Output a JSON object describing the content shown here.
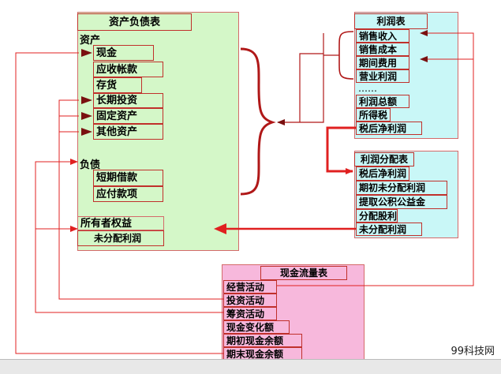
{
  "balance_sheet": {
    "title": "资产负债表",
    "assets_header": "资产",
    "items": [
      "现金",
      "应收帐款",
      "存货",
      "长期投资",
      "固定资产",
      "其他资产"
    ],
    "liabilities_header": "负债",
    "liabilities": [
      "短期借款",
      "应付款项"
    ],
    "equity_header": "所有者权益",
    "equity_item": "未分配利润"
  },
  "income_statement": {
    "title": "利润表",
    "items": [
      "销售收入",
      "销售成本",
      "期间费用",
      "营业利润",
      "……",
      "利润总额",
      "所得税",
      "税后净利润"
    ]
  },
  "profit_distribution": {
    "title": "利润分配表",
    "items": [
      "税后净利润",
      "期初未分配利润",
      "提取公积公益金",
      "分配股利",
      "未分配利润"
    ]
  },
  "cash_flow": {
    "title": "现金流量表",
    "items": [
      "经营活动",
      "投资活动",
      "筹资活动",
      "现金变化额",
      "期初现金余额",
      "期末现金余额"
    ]
  },
  "watermark": "99科技网",
  "colors": {
    "balance_bg": "#d4f7c8",
    "income_bg": "#c9f7f7",
    "cash_bg": "#f7b8dc",
    "wire_red": "#e02020",
    "wire_dark": "#7a1010"
  }
}
